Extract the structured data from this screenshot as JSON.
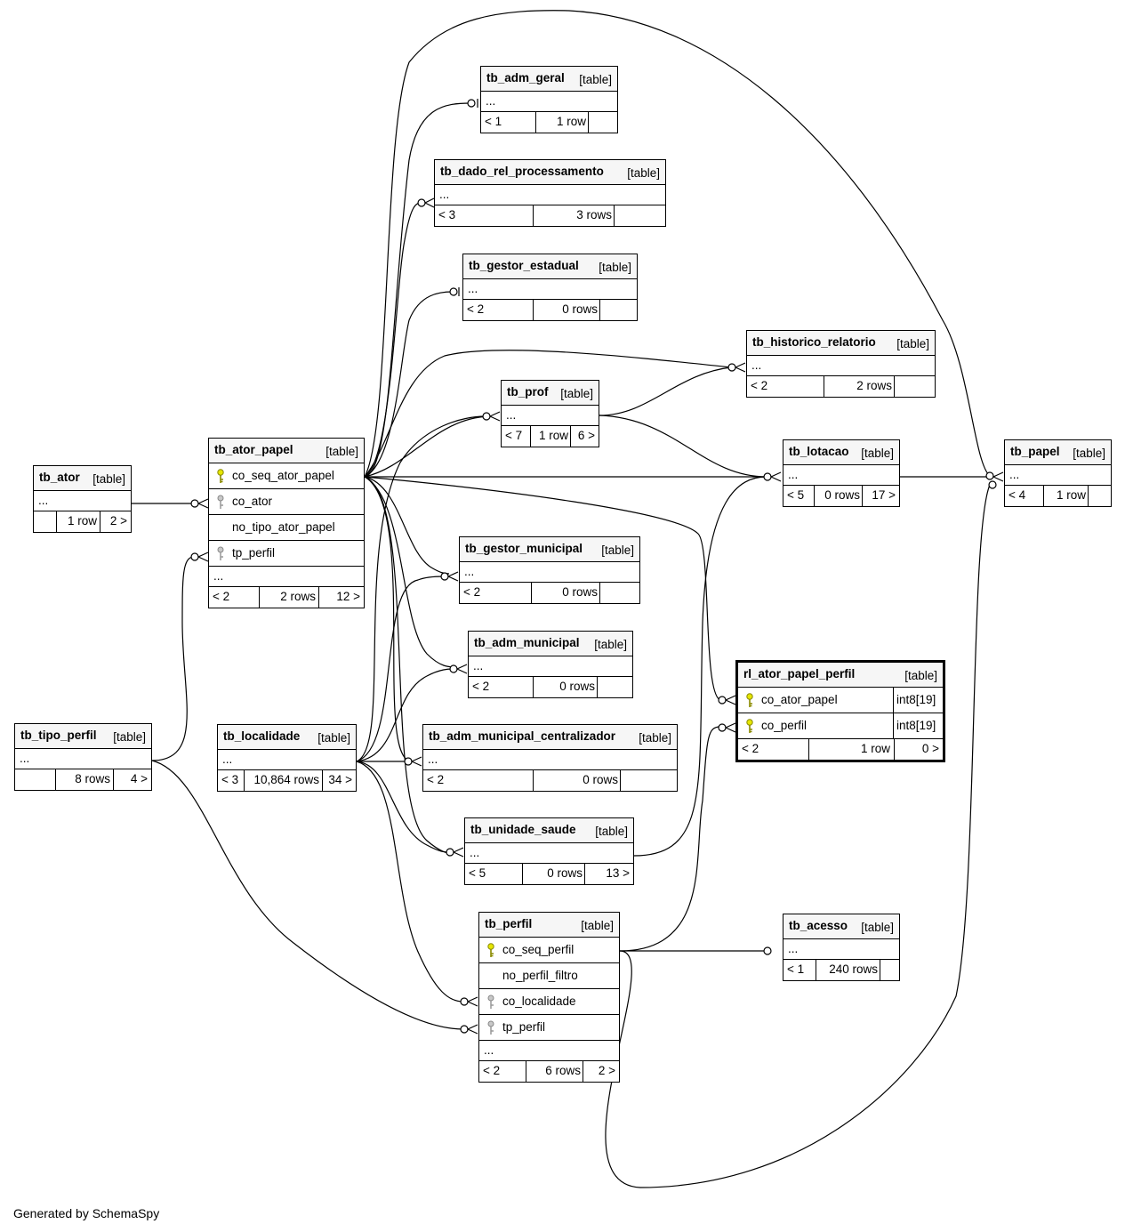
{
  "footer": {
    "generated_by": "Generated by SchemaSpy"
  },
  "tables": {
    "tb_ator": {
      "name": "tb_ator",
      "tag": "[table]",
      "ellipsis": "...",
      "parents": "",
      "rows": "1 row",
      "children": "2 >"
    },
    "tb_ator_papel": {
      "name": "tb_ator_papel",
      "tag": "[table]",
      "columns": [
        {
          "name": "co_seq_ator_papel",
          "key": "primary"
        },
        {
          "name": "co_ator",
          "key": "foreign"
        },
        {
          "name": "no_tipo_ator_papel",
          "key": "none"
        },
        {
          "name": "tp_perfil",
          "key": "foreign"
        }
      ],
      "ellipsis": "...",
      "parents": "< 2",
      "rows": "2 rows",
      "children": "12 >"
    },
    "tb_tipo_perfil": {
      "name": "tb_tipo_perfil",
      "tag": "[table]",
      "ellipsis": "...",
      "parents": "",
      "rows": "8 rows",
      "children": "4 >"
    },
    "tb_localidade": {
      "name": "tb_localidade",
      "tag": "[table]",
      "ellipsis": "...",
      "parents": "< 3",
      "rows": "10,864 rows",
      "children": "34 >"
    },
    "tb_adm_geral": {
      "name": "tb_adm_geral",
      "tag": "[table]",
      "ellipsis": "...",
      "parents": "< 1",
      "rows": "1 row",
      "children": ""
    },
    "tb_dado_rel_processamento": {
      "name": "tb_dado_rel_processamento",
      "tag": "[table]",
      "ellipsis": "...",
      "parents": "< 3",
      "rows": "3 rows",
      "children": ""
    },
    "tb_gestor_estadual": {
      "name": "tb_gestor_estadual",
      "tag": "[table]",
      "ellipsis": "...",
      "parents": "< 2",
      "rows": "0 rows",
      "children": ""
    },
    "tb_historico_relatorio": {
      "name": "tb_historico_relatorio",
      "tag": "[table]",
      "ellipsis": "...",
      "parents": "< 2",
      "rows": "2 rows",
      "children": ""
    },
    "tb_prof": {
      "name": "tb_prof",
      "tag": "[table]",
      "ellipsis": "...",
      "parents": "< 7",
      "rows": "1 row",
      "children": "6 >"
    },
    "tb_lotacao": {
      "name": "tb_lotacao",
      "tag": "[table]",
      "ellipsis": "...",
      "parents": "< 5",
      "rows": "0 rows",
      "children": "17 >"
    },
    "tb_papel": {
      "name": "tb_papel",
      "tag": "[table]",
      "ellipsis": "...",
      "parents": "< 4",
      "rows": "1 row",
      "children": ""
    },
    "tb_gestor_municipal": {
      "name": "tb_gestor_municipal",
      "tag": "[table]",
      "ellipsis": "...",
      "parents": "< 2",
      "rows": "0 rows",
      "children": ""
    },
    "tb_adm_municipal": {
      "name": "tb_adm_municipal",
      "tag": "[table]",
      "ellipsis": "...",
      "parents": "< 2",
      "rows": "0 rows",
      "children": ""
    },
    "tb_adm_municipal_centralizador": {
      "name": "tb_adm_municipal_centralizador",
      "tag": "[table]",
      "ellipsis": "...",
      "parents": "< 2",
      "rows": "0 rows",
      "children": ""
    },
    "tb_unidade_saude": {
      "name": "tb_unidade_saude",
      "tag": "[table]",
      "ellipsis": "...",
      "parents": "< 5",
      "rows": "0 rows",
      "children": "13 >"
    },
    "rl_ator_papel_perfil": {
      "name": "rl_ator_papel_perfil",
      "tag": "[table]",
      "columns": [
        {
          "name": "co_ator_papel",
          "type": "int8[19]",
          "key": "primary"
        },
        {
          "name": "co_perfil",
          "type": "int8[19]",
          "key": "primary"
        }
      ],
      "parents": "< 2",
      "rows": "1 row",
      "children": "0 >"
    },
    "tb_perfil": {
      "name": "tb_perfil",
      "tag": "[table]",
      "columns": [
        {
          "name": "co_seq_perfil",
          "key": "primary"
        },
        {
          "name": "no_perfil_filtro",
          "key": "none"
        },
        {
          "name": "co_localidade",
          "key": "foreign"
        },
        {
          "name": "tp_perfil",
          "key": "foreign"
        }
      ],
      "ellipsis": "...",
      "parents": "< 2",
      "rows": "6 rows",
      "children": "2 >"
    },
    "tb_acesso": {
      "name": "tb_acesso",
      "tag": "[table]",
      "ellipsis": "...",
      "parents": "< 1",
      "rows": "240 rows",
      "children": ""
    }
  },
  "relationships": [
    {
      "parent": "tb_ator",
      "child": "tb_ator_papel"
    },
    {
      "parent": "tb_tipo_perfil",
      "child": "tb_ator_papel"
    },
    {
      "parent": "tb_ator_papel",
      "child": "tb_adm_geral"
    },
    {
      "parent": "tb_ator_papel",
      "child": "tb_dado_rel_processamento"
    },
    {
      "parent": "tb_ator_papel",
      "child": "tb_gestor_estadual"
    },
    {
      "parent": "tb_ator_papel",
      "child": "tb_historico_relatorio"
    },
    {
      "parent": "tb_ator_papel",
      "child": "tb_prof"
    },
    {
      "parent": "tb_ator_papel",
      "child": "tb_lotacao"
    },
    {
      "parent": "tb_ator_papel",
      "child": "tb_gestor_municipal"
    },
    {
      "parent": "tb_ator_papel",
      "child": "tb_adm_municipal"
    },
    {
      "parent": "tb_ator_papel",
      "child": "tb_adm_municipal_centralizador"
    },
    {
      "parent": "tb_ator_papel",
      "child": "tb_unidade_saude"
    },
    {
      "parent": "tb_ator_papel",
      "child": "rl_ator_papel_perfil"
    },
    {
      "parent": "tb_ator_papel",
      "child": "tb_papel"
    },
    {
      "parent": "tb_localidade",
      "child": "tb_prof"
    },
    {
      "parent": "tb_localidade",
      "child": "tb_gestor_municipal"
    },
    {
      "parent": "tb_localidade",
      "child": "tb_adm_municipal"
    },
    {
      "parent": "tb_localidade",
      "child": "tb_adm_municipal_centralizador"
    },
    {
      "parent": "tb_localidade",
      "child": "tb_unidade_saude"
    },
    {
      "parent": "tb_localidade",
      "child": "tb_perfil"
    },
    {
      "parent": "tb_tipo_perfil",
      "child": "tb_perfil"
    },
    {
      "parent": "tb_prof",
      "child": "tb_historico_relatorio"
    },
    {
      "parent": "tb_prof",
      "child": "tb_lotacao"
    },
    {
      "parent": "tb_unidade_saude",
      "child": "tb_lotacao"
    },
    {
      "parent": "tb_lotacao",
      "child": "tb_papel"
    },
    {
      "parent": "tb_perfil",
      "child": "rl_ator_papel_perfil"
    },
    {
      "parent": "tb_perfil",
      "child": "tb_acesso"
    },
    {
      "parent": "tb_perfil",
      "child": "tb_papel"
    }
  ]
}
